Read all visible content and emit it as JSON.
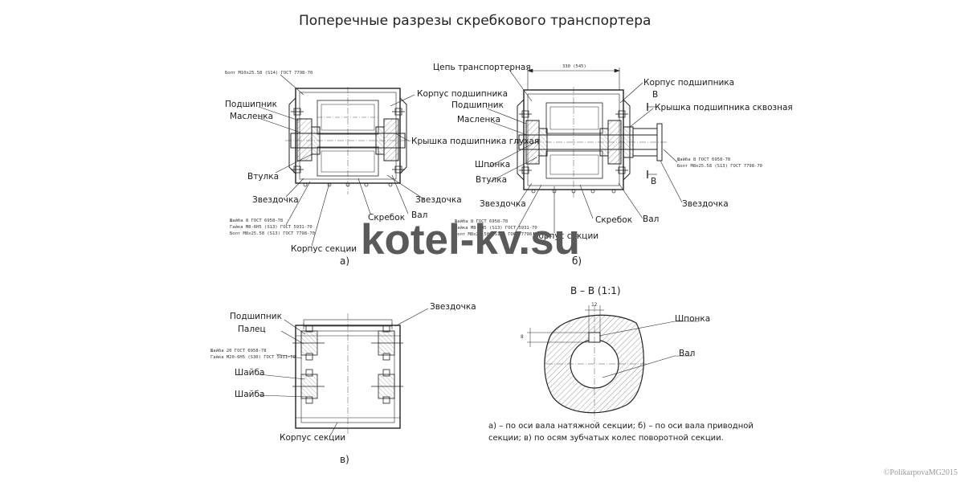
{
  "title": "Поперечные разрезы скребкового транспортера",
  "watermark": "kotel-kv.su",
  "copyright": "©PolikarpovaMG2015",
  "view_a": {
    "label": "а)",
    "labels": {
      "bolt_top": "Болт М10х25.58 (S14) ГОСТ 7798-70",
      "bearing": "Подшипник",
      "oiler": "Масленка",
      "housing_bearing": "Корпус подшипника",
      "cover_blind": "Крышка подшипника глухая",
      "sleeve": "Втулка",
      "sprocket_left": "Звездочка",
      "sprocket_right": "Звездочка",
      "scraper": "Скребок",
      "shaft": "Вал",
      "washer": "Шайба 8 ГОСТ 6958-78",
      "nut": "Гайка М8-6Н5 (S13) ГОСТ 5931-70",
      "bolt": "Болт М8х25.58 (S13) ГОСТ 7798-70",
      "section_housing": "Корпус секции"
    }
  },
  "view_b": {
    "label": "б)",
    "dimension": "330 (545)",
    "labels": {
      "chain": "Цепь транспортерная",
      "housing_bearing": "Корпус подшипника",
      "bearing": "Подшипник",
      "cover_through": "Крышка подшипника сквозная",
      "oiler": "Масленка",
      "key": "Шпонка",
      "sleeve": "Втулка",
      "sprocket_left": "Звездочка",
      "sprocket_right": "Звездочка",
      "scraper": "Скребок",
      "shaft": "Вал",
      "section_housing": "Корпус секции",
      "washer": "Шайба 8 ГОСТ 6958-78",
      "nut": "Гайка М8-6Н5 (S13) ГОСТ 5931-70",
      "bolt": "Болт М8х25.58 (S13) ГОСТ 7798-70",
      "washer_r": "Шайба 8 ГОСТ 6958-78",
      "bolt_r": "Болт М8х25.58 (S13) ГОСТ 7798-70",
      "cut_mark": "B"
    }
  },
  "view_v": {
    "label": "в)",
    "labels": {
      "bearing": "Подшипник",
      "finger": "Палец",
      "washer20": "Шайба 20 ГОСТ 6958-78",
      "nut20": "Гайка М20-6Н5 (S30) ГОСТ 5931-70",
      "washer1": "Шайба",
      "washer2": "Шайба",
      "sprocket": "Звездочка",
      "section_housing": "Корпус секции"
    }
  },
  "section_bb": {
    "title": "B – B (1:1)",
    "key": "Шпонка",
    "shaft": "Вал",
    "dim_width": "12",
    "dim_depth": "8"
  },
  "notes": {
    "line1": "а) – по оси вала натяжной секции; б) – по оси вала приводной",
    "line2": "секции; в) по осям зубчатых колес поворотной секции."
  }
}
